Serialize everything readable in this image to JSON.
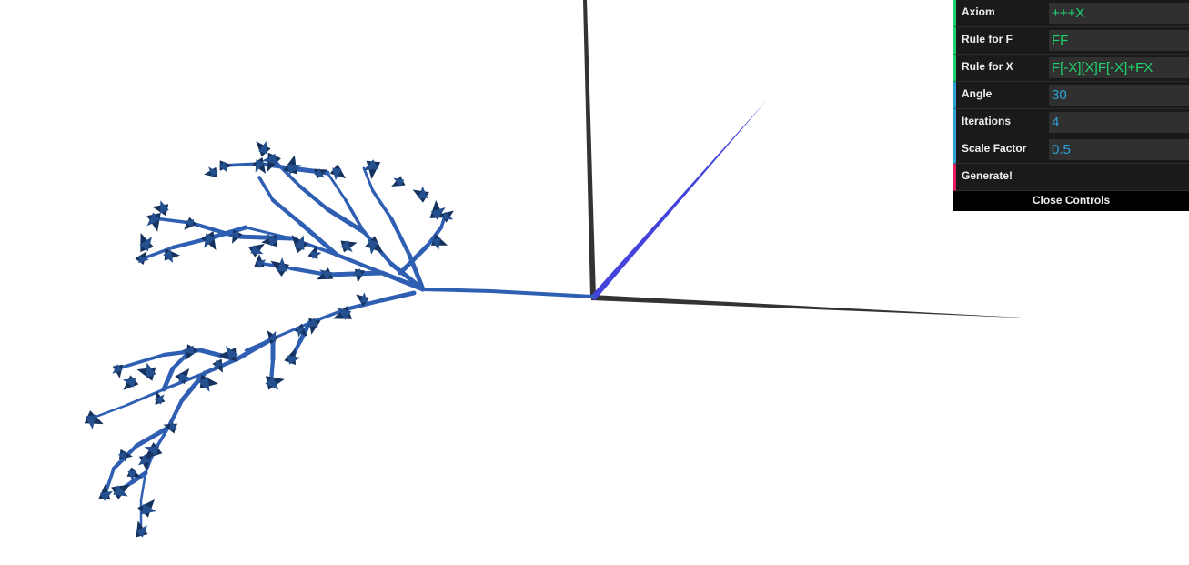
{
  "scene": {
    "background": "#ffffff",
    "tree_color": "#2f5fb3",
    "leaf_color": "#16325f",
    "axis_x_color": "#333333",
    "axis_y_color": "#333333",
    "axis_z_color": "#4444dd"
  },
  "controls": {
    "axiom": {
      "label": "Axiom",
      "value": "+++X"
    },
    "rule_f": {
      "label": "Rule for F",
      "value": "FF"
    },
    "rule_x": {
      "label": "Rule for X",
      "value": "F[-X][X]F[-X]+FX"
    },
    "angle": {
      "label": "Angle",
      "value": "30"
    },
    "iterations": {
      "label": "Iterations",
      "value": "4"
    },
    "scale_factor": {
      "label": "Scale Factor",
      "value": "0.5"
    },
    "generate": {
      "label": "Generate!"
    },
    "close": {
      "label": "Close Controls"
    },
    "colors": {
      "string": "#1ed36f",
      "number": "#2fa1d6",
      "function": "#e61d5f"
    }
  }
}
